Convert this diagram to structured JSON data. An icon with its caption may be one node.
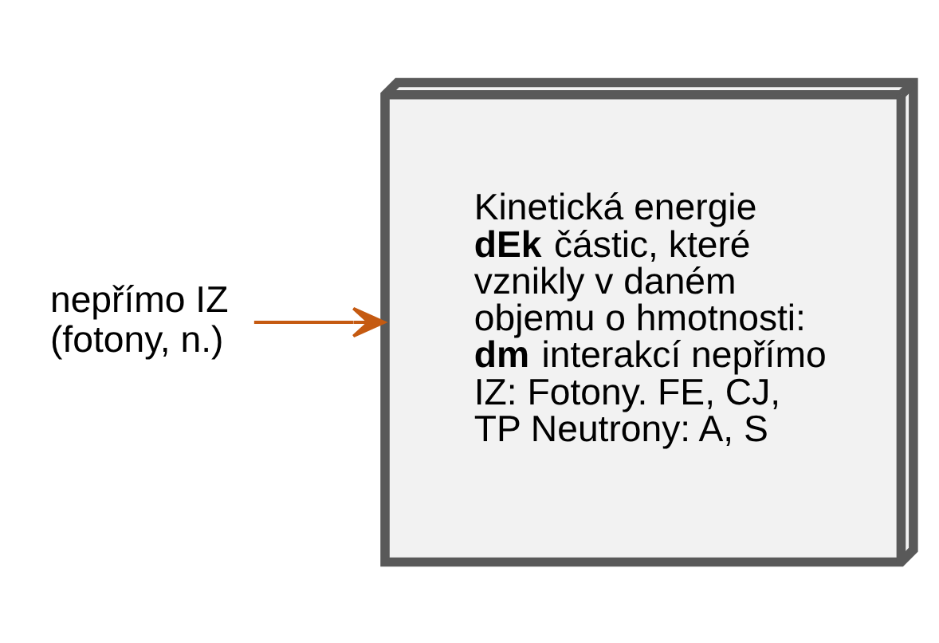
{
  "diagram": {
    "nodes": [
      {
        "text": [
          "Kinetická energie **dEk** částic, které vznikly v daném objemu o hmotnosti: **dm** interakcí nepřímo IZ: Fotony. FE, CJ, TP Neutrony: A, S"
        ]
      },
      {
        "text": [
          "nepřímo IZ (fotony, n.)"
        ]
      }
    ],
    "edges": [
      {
        "from": 1,
        "to": 0,
        "arrow": "to",
        "color": "#c55a11"
      }
    ]
  }
}
